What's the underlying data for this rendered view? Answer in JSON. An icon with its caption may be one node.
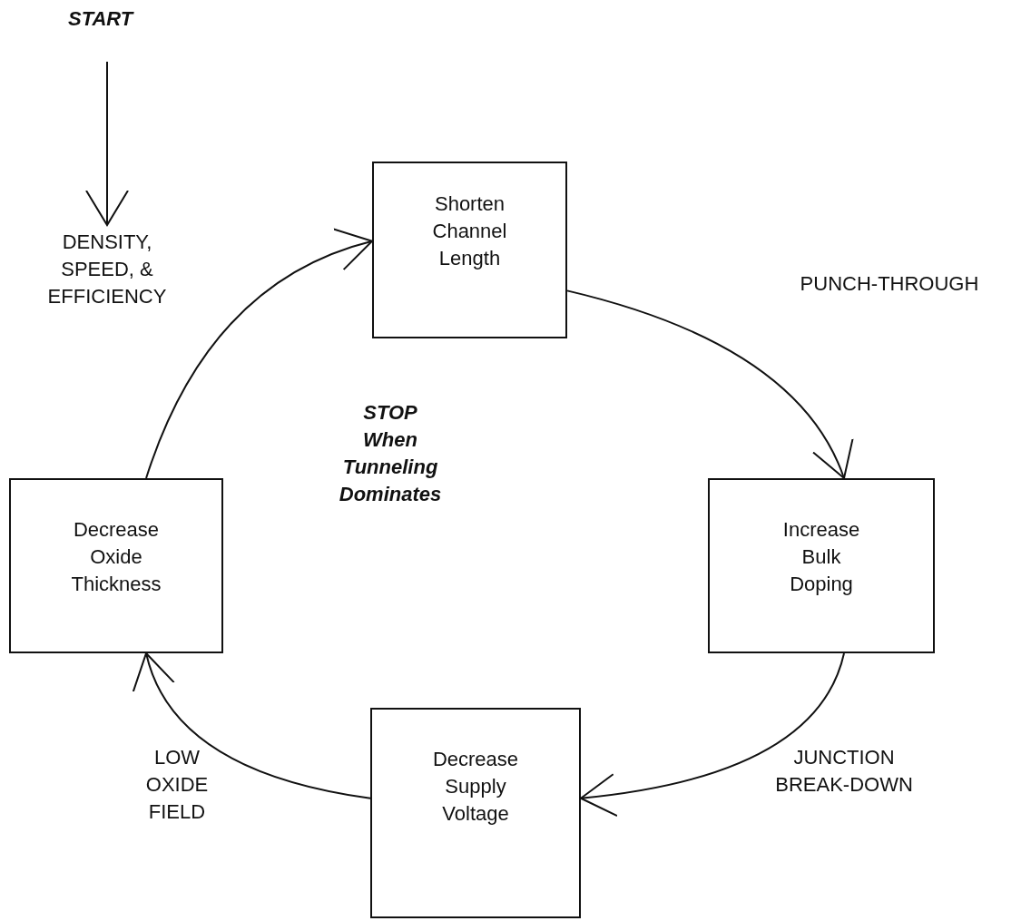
{
  "diagram": {
    "nodes": [
      {
        "text": [
          "START"
        ]
      },
      {
        "text": [
          "Shorten Channel Length"
        ]
      },
      {
        "text": [
          "Increase Bulk Doping"
        ]
      },
      {
        "text": [
          "Decrease Supply Voltage"
        ]
      },
      {
        "text": [
          "Decrease Oxide Thickness"
        ]
      }
    ],
    "edges": [
      {
        "from": 0,
        "to": null,
        "arrow": "to",
        "label": "DENSITY, SPEED, & EFFICIENCY"
      },
      {
        "from": 1,
        "to": 2,
        "arrow": "to",
        "label": "PUNCH-THROUGH"
      },
      {
        "from": 2,
        "to": 3,
        "arrow": "to",
        "label": "JUNCTION BREAK-DOWN"
      },
      {
        "from": 3,
        "to": 4,
        "arrow": "to",
        "label": "LOW OXIDE FIELD"
      },
      {
        "from": 4,
        "to": 1,
        "arrow": "to"
      }
    ],
    "labels": [
      "STOP When Tunneling Dominates"
    ]
  }
}
